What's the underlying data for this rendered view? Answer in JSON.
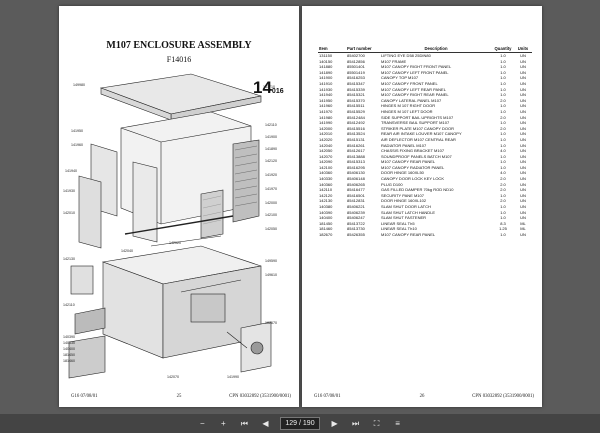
{
  "left_page": {
    "title": "M107 ENCLOSURE ASSEMBLY",
    "subtitle": "F14016",
    "big_code": "14",
    "big_code_suffix": "016",
    "callouts": [
      "149980",
      "141710",
      "142110",
      "141950",
      "141900",
      "141960",
      "141890",
      "142120",
      "141940",
      "141920",
      "141970",
      "142000",
      "141930",
      "142100",
      "142010",
      "142050",
      "142130",
      "142040",
      "142020",
      "149590",
      "149610",
      "142110",
      "140390",
      "140330",
      "140400",
      "181450",
      "181460",
      "182670",
      "142070",
      "141990"
    ],
    "footer_left": "G16 07/08/01",
    "footer_page": "25",
    "footer_cpn": "CPN 03032892 (3531900/0001)"
  },
  "right_page": {
    "headers": {
      "item": "Item",
      "part": "Part number",
      "desc": "Description",
      "qty": "Quantity",
      "unit": "Units"
    },
    "rows": [
      [
        "131150",
        "85402700",
        "LIFTING EYE D58 25DIN80",
        "1.0",
        "UN"
      ],
      [
        "140150",
        "85412856",
        "M107 FRAME",
        "1.0",
        "UN"
      ],
      [
        "141880",
        "85501401",
        "M107 CANOPY RIGHT FRONT PANEL",
        "1.0",
        "UN"
      ],
      [
        "141890",
        "85501419",
        "M107 CANOPY LEFT FRONT PANEL",
        "1.0",
        "UN"
      ],
      [
        "141900",
        "85416253",
        "CANOPY TOP M107",
        "1.0",
        "UN"
      ],
      [
        "141910",
        "85415347",
        "M107 CANOPY FRONT PANEL",
        "1.0",
        "UN"
      ],
      [
        "141930",
        "85415339",
        "M107 CANOPY LEFT REAR PANEL",
        "1.0",
        "UN"
      ],
      [
        "141940",
        "85415321",
        "M107 CANOPY RIGHT REAR PANEL",
        "1.0",
        "UN"
      ],
      [
        "141950",
        "85415370",
        "CANOPY LATERAL PANEL M107",
        "2.0",
        "UN"
      ],
      [
        "141960",
        "85415511",
        "HINGES M 107 RIGHT DOOR",
        "1.0",
        "UN"
      ],
      [
        "141970",
        "85415529",
        "HINGES M 107 LEFT DOOR",
        "1.0",
        "UN"
      ],
      [
        "141980",
        "85412484",
        "SIDE SUPPORT BAIL UPRIGHTS M107",
        "2.0",
        "UN"
      ],
      [
        "141990",
        "85412492",
        "TRANSVERSE BAIL SUPPORT M107",
        "1.0",
        "UN"
      ],
      [
        "142000",
        "85415516",
        "STRIKER PLATE M107 CANOPY DOOR",
        "2.0",
        "UN"
      ],
      [
        "142010",
        "85413524",
        "REAR AIR INTAKE LOUVER M107 CANOPY",
        "1.0",
        "UN"
      ],
      [
        "142020",
        "85415131",
        "AIR DEFLECTOR M107 CENTRAL REAR",
        "1.0",
        "UN"
      ],
      [
        "142040",
        "85416261",
        "RADIATOR PANEL M107",
        "1.0",
        "UN"
      ],
      [
        "142050",
        "85412617",
        "CHASSIS FIXING BRACKET M107",
        "4.0",
        "UN"
      ],
      [
        "142070",
        "85413888",
        "SOUNDPROOF PANELS BATCH M107",
        "1.0",
        "UN"
      ],
      [
        "142090",
        "85415313",
        "M107 CANOPY REAR PANEL",
        "1.0",
        "UN"
      ],
      [
        "142100",
        "85416295",
        "M107 CANOPY RADIATOR PANEL",
        "1.0",
        "UN"
      ],
      [
        "140360",
        "85406130",
        "DOOR HINGE 160XL50",
        "4.0",
        "UN"
      ],
      [
        "140330",
        "85406148",
        "CANOPY DOOR LOCK KEY LOCK",
        "2.0",
        "UN"
      ],
      [
        "140360",
        "85406265",
        "PLUG D100",
        "2.0",
        "UN"
      ],
      [
        "142110",
        "85416477",
        "GAS FILLED DAMPER 70kg ROD ND10",
        "2.0",
        "UN"
      ],
      [
        "142120",
        "85416501",
        "SECURITY PANE M107",
        "1.0",
        "UN"
      ],
      [
        "142130",
        "85412831",
        "DOOR HINGE 160XL102",
        "2.0",
        "UN"
      ],
      [
        "140380",
        "85406221",
        "SLAM SHUT DOOR LATCH",
        "1.0",
        "UN"
      ],
      [
        "140390",
        "85406239",
        "SLAM SHUT LATCH HANDLE",
        "1.0",
        "UN"
      ],
      [
        "140400",
        "85406247",
        "SLAM SHUT FASTENER",
        "1.0",
        "UN"
      ],
      [
        "181450",
        "85413722",
        "LINEAR SEAL Th5",
        "8.3",
        "ML"
      ],
      [
        "181460",
        "85413730",
        "LINEAR SEAL Th10",
        "1.25",
        "ML"
      ],
      [
        "182670",
        "85426355",
        "M107 CANOPY REAR PANEL",
        "1.0",
        "UN"
      ]
    ],
    "footer_left": "G16 07/08/01",
    "footer_page": "26",
    "footer_cpn": "CPN 03032892 (3531900/0001)"
  },
  "toolbar": {
    "page_indicator": "129 / 190"
  }
}
